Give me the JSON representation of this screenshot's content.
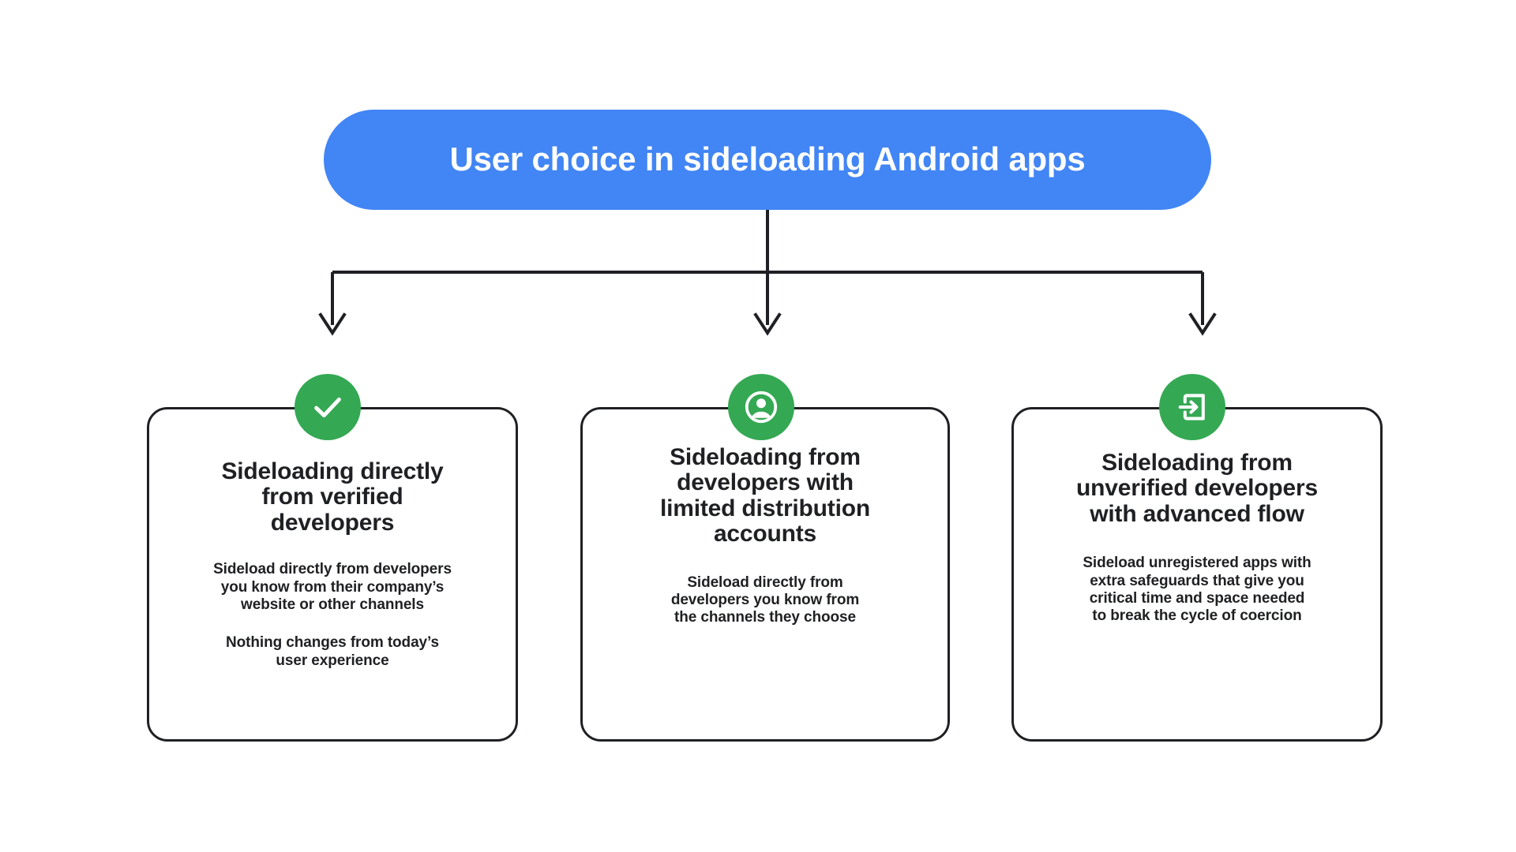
{
  "diagram": {
    "type": "flowchart",
    "orientation": "top-down-fork",
    "root": {
      "label": "User choice in sideloading Android apps",
      "shape": "pill",
      "fill_color": "#4285F4",
      "text_color": "#FFFFFF"
    },
    "accent_colors": {
      "root_blue": "#4285F4",
      "icon_green": "#34A853",
      "outline": "#1F2023",
      "background": "#FFFFFF"
    },
    "branches": [
      {
        "icon": "check-circle-icon",
        "icon_color": "#34A853",
        "title": "Sideloading directly\nfrom verified\ndevelopers",
        "paragraphs": [
          "Sideload directly from developers\nyou know from their company’s\nwebsite or other channels",
          "Nothing changes from today’s\nuser experience"
        ]
      },
      {
        "icon": "account-circle-icon",
        "icon_color": "#34A853",
        "title": "Sideloading from\ndevelopers with\nlimited distribution\naccounts",
        "paragraphs": [
          "Sideload directly from\ndevelopers you know from\nthe channels they choose"
        ]
      },
      {
        "icon": "login-arrow-box-icon",
        "icon_color": "#34A853",
        "title": "Sideloading from\nunverified developers\nwith advanced flow",
        "paragraphs": [
          "Sideload unregistered apps with\nextra safeguards that give you\ncritical time and space needed\nto break the cycle of coercion"
        ]
      }
    ]
  }
}
